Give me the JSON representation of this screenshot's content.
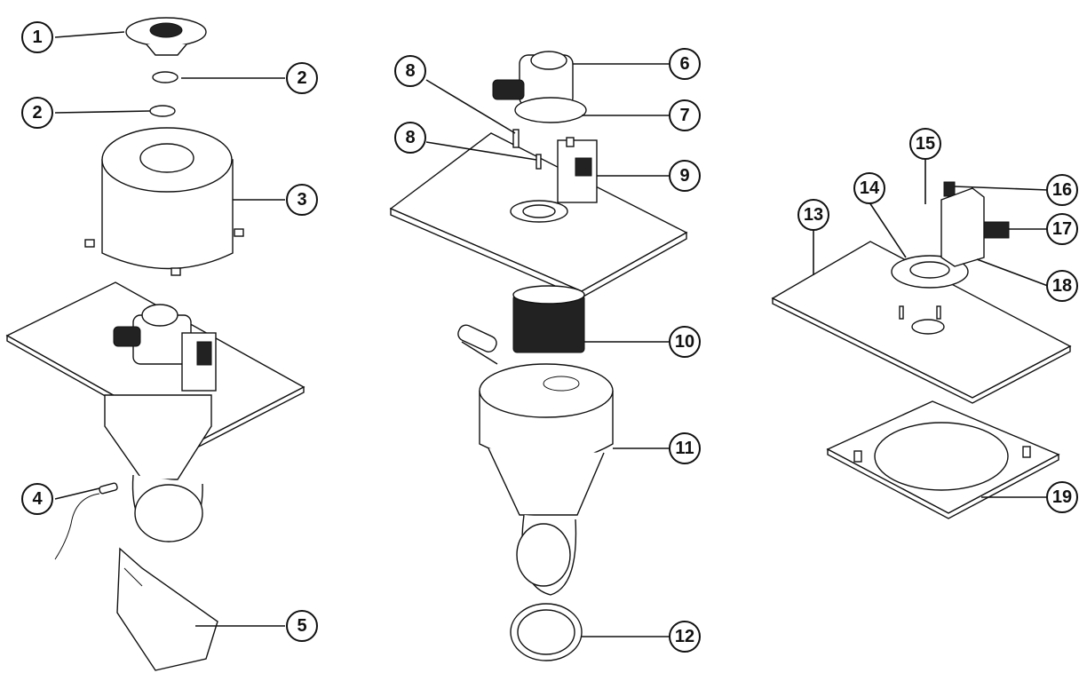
{
  "callouts": {
    "c1": "1",
    "c2a": "2",
    "c2b": "2",
    "c3": "3",
    "c4": "4",
    "c5": "5",
    "c6": "6",
    "c7": "7",
    "c8a": "8",
    "c8b": "8",
    "c9": "9",
    "c10": "10",
    "c11": "11",
    "c12": "12",
    "c13": "13",
    "c14": "14",
    "c15": "15",
    "c16": "16",
    "c17": "17",
    "c18": "18",
    "c19": "19"
  }
}
